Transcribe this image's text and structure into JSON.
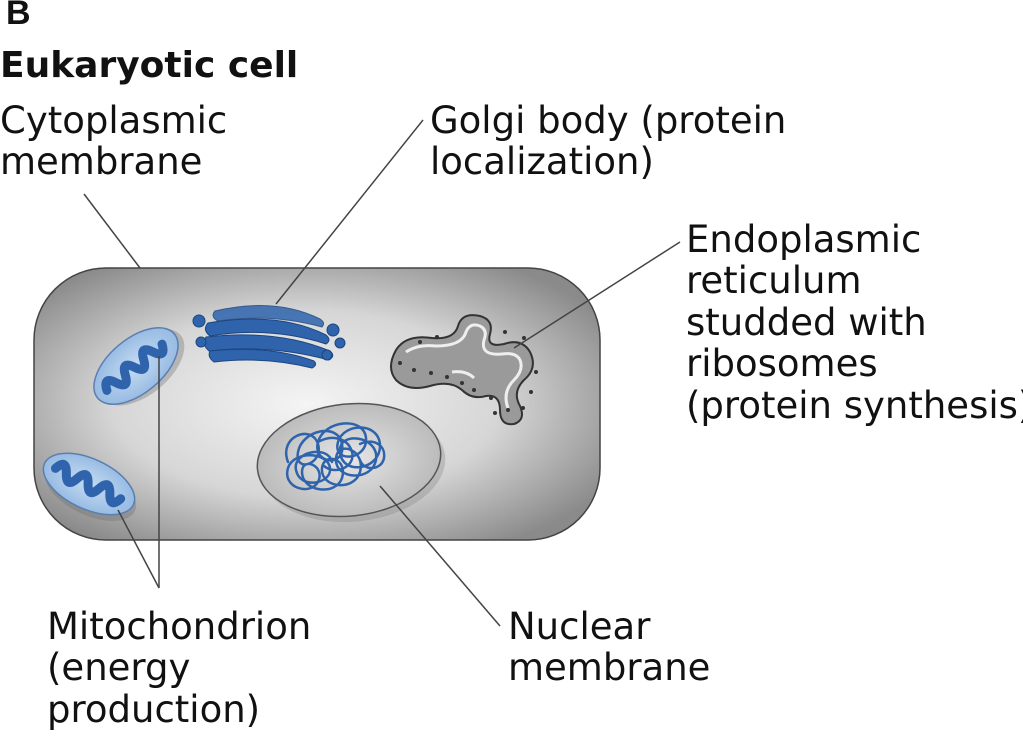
{
  "panel_letter": "B",
  "title": "Eukaryotic cell",
  "labels": {
    "cytoplasmic_membrane": [
      "Cytoplasmic",
      "membrane"
    ],
    "golgi_body": [
      "Golgi body (protein",
      "localization)"
    ],
    "endoplasmic_reticulum": [
      "Endoplasmic",
      "reticulum",
      "studded with",
      "ribosomes",
      "(protein synthesis)"
    ],
    "mitochondrion": [
      "Mitochondrion",
      "(energy",
      "production)"
    ],
    "nuclear_membrane": [
      "Nuclear",
      "membrane"
    ]
  },
  "colors": {
    "cell_fill_center": "#f2f2f2",
    "cell_fill_edge": "#8c8c8c",
    "organelle_blue": "#2f64ad",
    "organelle_light_blue": "#a9c8ea",
    "nucleus_fill": "#c9c9c9",
    "er_fill": "#9a9a9a",
    "leader_line": "#444444"
  }
}
